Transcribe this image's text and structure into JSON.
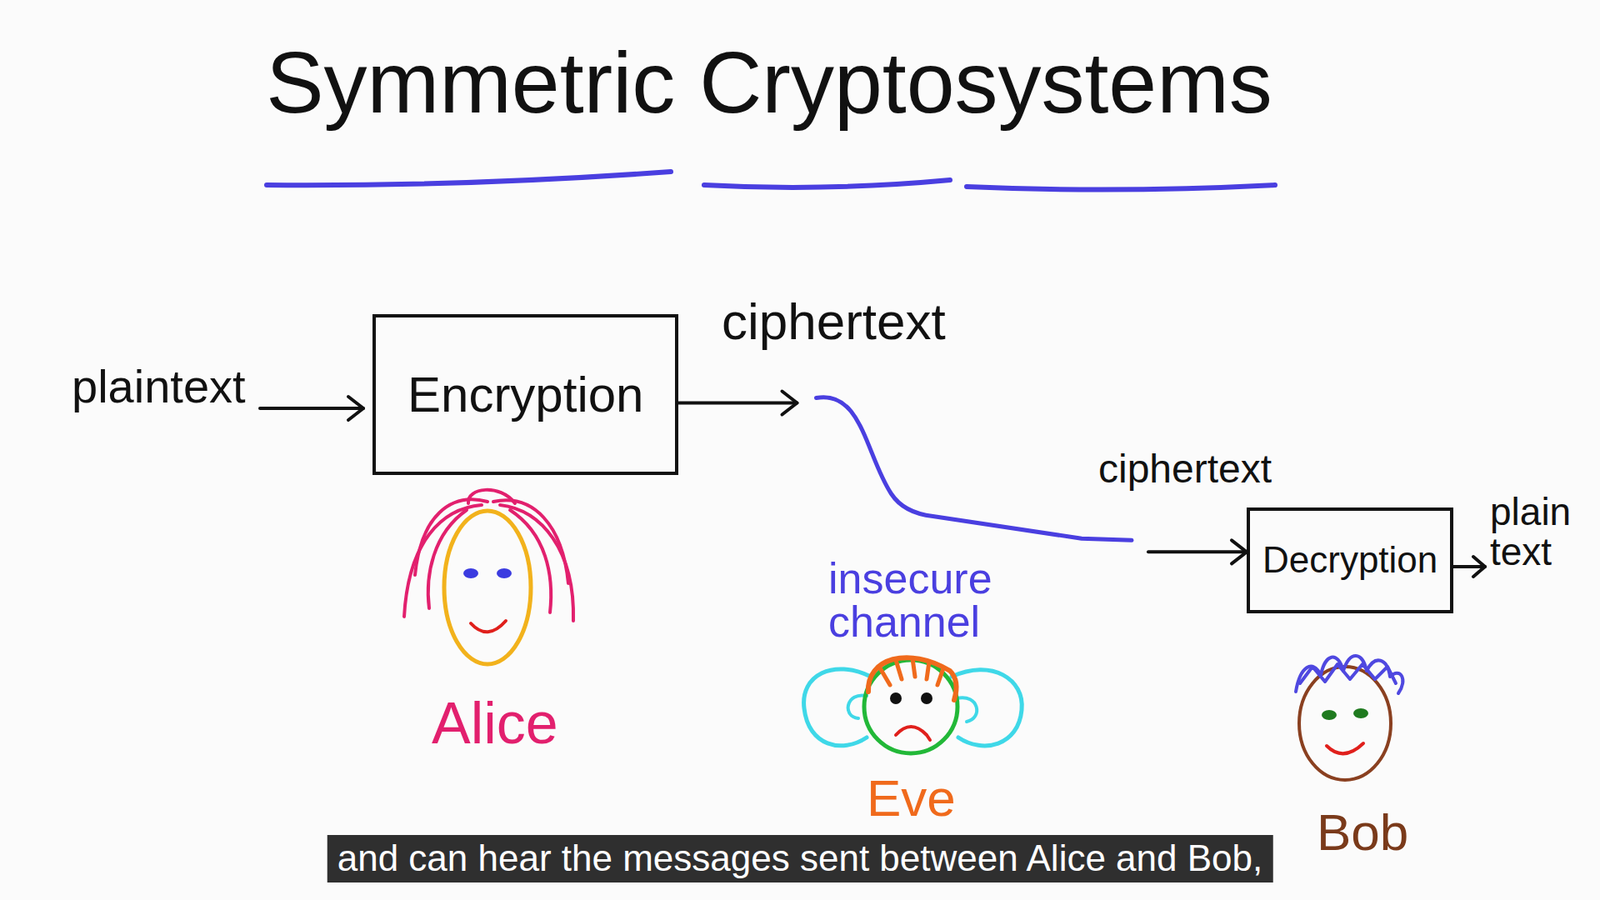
{
  "diagram": {
    "title": "Symmetric Cryptosystems",
    "caption": "and can hear the messages sent between Alice and Bob,",
    "nodes": [
      {
        "text": [
          "Encryption"
        ]
      },
      {
        "text": [
          "Decryption"
        ]
      }
    ],
    "edges": [
      {
        "from": 0,
        "to": 1,
        "arrow": "to"
      }
    ],
    "labels": [
      "plaintext",
      "ciphertext",
      "insecure channel",
      "ciphertext",
      "plain text",
      "Alice",
      "Eve",
      "Bob"
    ]
  }
}
